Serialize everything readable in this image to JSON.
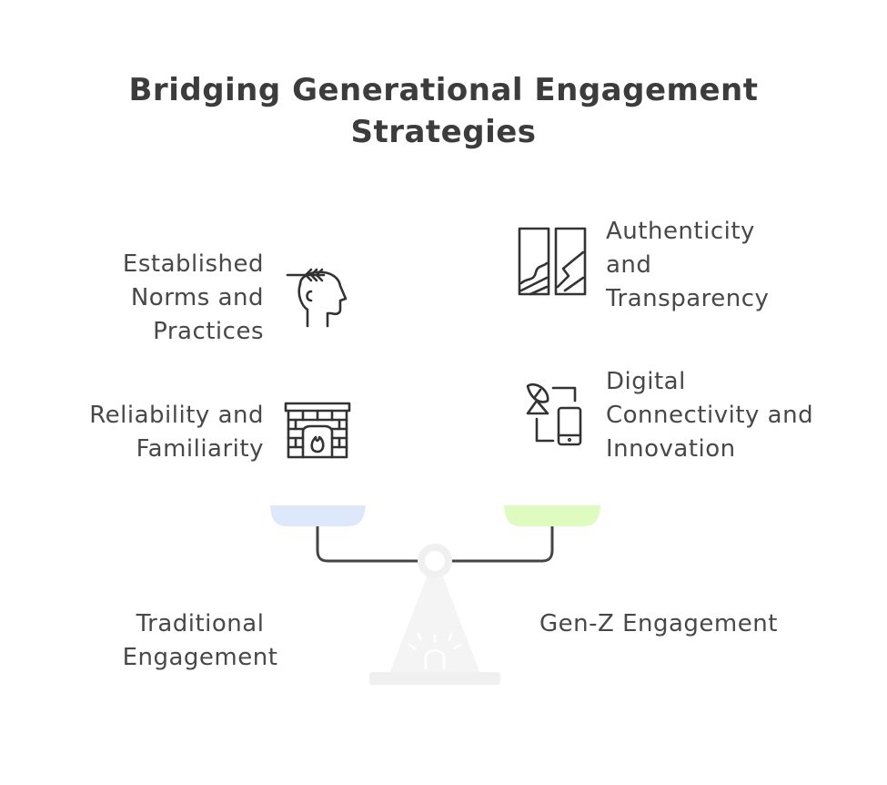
{
  "title": {
    "line1": "Bridging Generational Engagement",
    "line2": "Strategies"
  },
  "left": {
    "items": [
      {
        "line1": "Established",
        "line2": "Norms and",
        "line3": "Practices",
        "icon": "head-laurel-icon"
      },
      {
        "line1": "Reliability and",
        "line2": "Familiarity",
        "icon": "fireplace-icon"
      }
    ],
    "label": {
      "line1": "Traditional",
      "line2": "Engagement"
    },
    "pan_color": "#dde8fb"
  },
  "right": {
    "items": [
      {
        "line1": "Authenticity",
        "line2": "and",
        "line3": "Transparency",
        "icon": "mirror-panels-icon"
      },
      {
        "line1": "Digital",
        "line2": "Connectivity and",
        "line3": "Innovation",
        "icon": "satellite-phone-icon"
      }
    ],
    "label": {
      "line1": "Gen-Z Engagement"
    },
    "pan_color": "#dffbc0"
  }
}
